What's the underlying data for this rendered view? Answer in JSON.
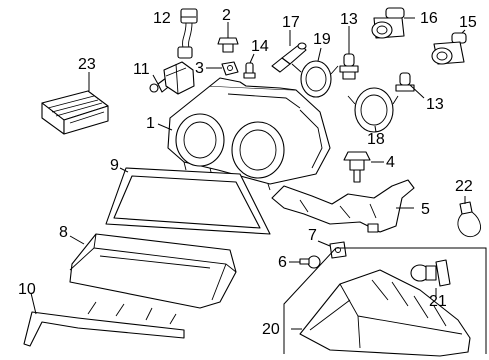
{
  "callouts": {
    "c1": "1",
    "c2": "2",
    "c3": "3",
    "c4": "4",
    "c5": "5",
    "c6": "6",
    "c7": "7",
    "c8": "8",
    "c9": "9",
    "c10": "10",
    "c11": "11",
    "c12": "12",
    "c13a": "13",
    "c13b": "13",
    "c14": "14",
    "c15": "15",
    "c16": "16",
    "c17": "17",
    "c18": "18",
    "c19": "19",
    "c20": "20",
    "c21": "21",
    "c22": "22",
    "c23": "23"
  }
}
